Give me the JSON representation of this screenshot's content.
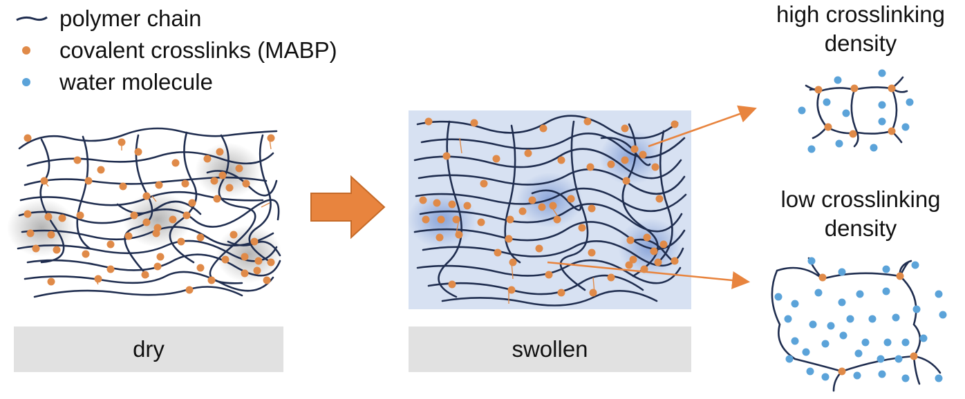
{
  "legend": {
    "items": [
      {
        "symbol": "line",
        "label": "polymer chain",
        "color": "#1f2d4f"
      },
      {
        "symbol": "dot",
        "label": "covalent crosslinks (MABP)",
        "color": "#e08a48"
      },
      {
        "symbol": "dot",
        "label": "water molecule",
        "color": "#5ba3d9"
      }
    ]
  },
  "panels": {
    "dry": {
      "label": "dry"
    },
    "swollen": {
      "label": "swollen"
    }
  },
  "insets": {
    "high": {
      "title_line1": "high crosslinking",
      "title_line2": "density"
    },
    "low": {
      "title_line1": "low crosslinking",
      "title_line2": "density"
    }
  },
  "colors": {
    "chain": "#1f2d4f",
    "crosslink": "#e08a48",
    "water": "#5ba3d9",
    "arrow": "#e8843e",
    "swollen_bg": "#d7e1f2",
    "label_bg": "#e1e1e1"
  }
}
